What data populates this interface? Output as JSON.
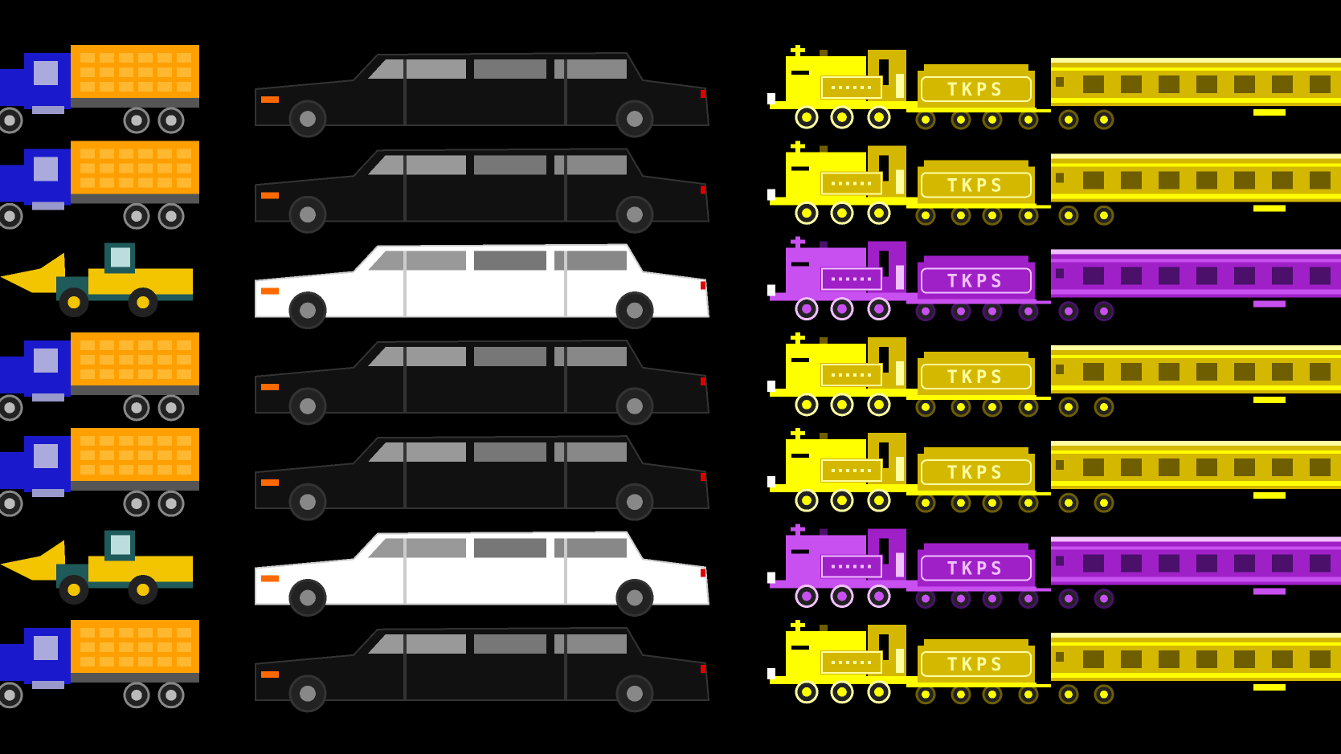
{
  "scene": {
    "background": "#000000",
    "tender_label": "TKPS",
    "rows": [
      {
        "work_vehicle": "dump-truck",
        "limo_color": "black",
        "train_color": "yellow"
      },
      {
        "work_vehicle": "dump-truck",
        "limo_color": "black",
        "train_color": "yellow"
      },
      {
        "work_vehicle": "wheel-loader",
        "limo_color": "white",
        "train_color": "purple"
      },
      {
        "work_vehicle": "dump-truck",
        "limo_color": "black",
        "train_color": "yellow"
      },
      {
        "work_vehicle": "dump-truck",
        "limo_color": "black",
        "train_color": "yellow"
      },
      {
        "work_vehicle": "wheel-loader",
        "limo_color": "white",
        "train_color": "purple"
      },
      {
        "work_vehicle": "dump-truck",
        "limo_color": "black",
        "train_color": "yellow"
      }
    ]
  },
  "palette": {
    "truck_bed": "#ff9f00",
    "truck_cab": "#1a1acc",
    "loader_body": "#f2c500",
    "loader_dark": "#1f5a5a",
    "limo_black": "#111111",
    "limo_white": "#ffffff",
    "train_yellow": {
      "main": "#d4b800",
      "bright": "#ffff00",
      "dark": "#6e5e00",
      "light": "#ffffa0"
    },
    "train_purple": {
      "main": "#a020c8",
      "bright": "#c850f0",
      "dark": "#4a106a",
      "light": "#f0c0ff"
    }
  }
}
